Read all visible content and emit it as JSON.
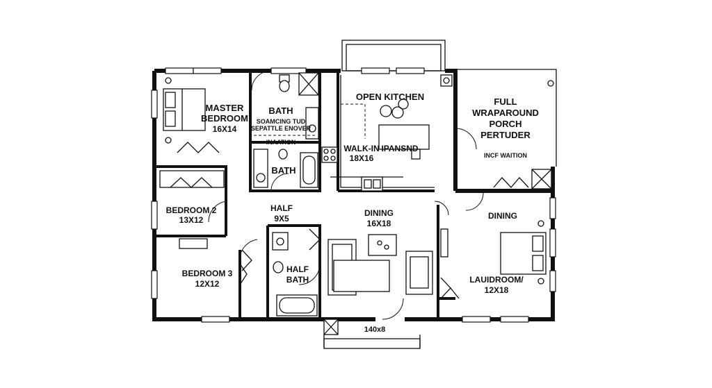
{
  "rooms": {
    "master_bedroom": {
      "name_line1": "MASTER",
      "name_line2": "BEDROOM",
      "size": "16X14"
    },
    "master_bath": {
      "name": "BATH",
      "note_line1": "SOAMCING TUD",
      "note_line2": "SEPATTLE ENOVER",
      "note_line3": "INAATION"
    },
    "bath": {
      "name": "BATH"
    },
    "open_kitchen": {
      "name": "OPEN KITCHEN",
      "pantry_line1": "WALK-IN",
      "pantry_line2": "IPANSND",
      "size": "18X16"
    },
    "porch": {
      "line1": "FULL",
      "line2": "WRAPAROUND",
      "line3": "PORCH",
      "line4": "PERTUDER",
      "note": "INCF WAITION"
    },
    "bedroom_2": {
      "name": "BEDROOM 2",
      "size": "13X12"
    },
    "half": {
      "name": "HALF",
      "size": "9X5"
    },
    "dining_center": {
      "name": "DINING",
      "size": "16X18"
    },
    "dining_right": {
      "name": "DINING"
    },
    "bedroom_3": {
      "name": "BEDROOM 3",
      "size": "12X12"
    },
    "half_bath": {
      "line1": "HALF",
      "line2": "BATH"
    },
    "laundry": {
      "line1": "LAUIDROOM/",
      "line2": "12X18"
    },
    "front_porch": {
      "size": "140x8"
    }
  }
}
